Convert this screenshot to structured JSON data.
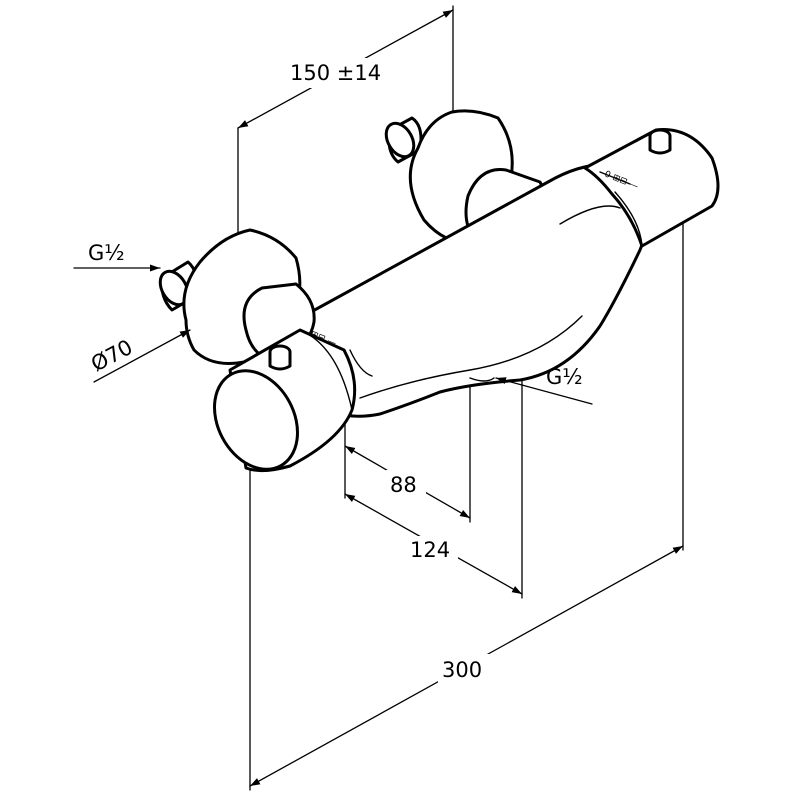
{
  "drawing": {
    "subject": "wall-mounted thermostatic shower mixer",
    "line_color": "#000000",
    "background_color": "#ffffff"
  },
  "dimensions": {
    "centres": "150 ±14",
    "inlet_left": "G½",
    "rosette_diameter": "Ø70",
    "outlet": "G½",
    "outlet_offset": "88",
    "body_depth": "124",
    "overall_length": "300"
  }
}
